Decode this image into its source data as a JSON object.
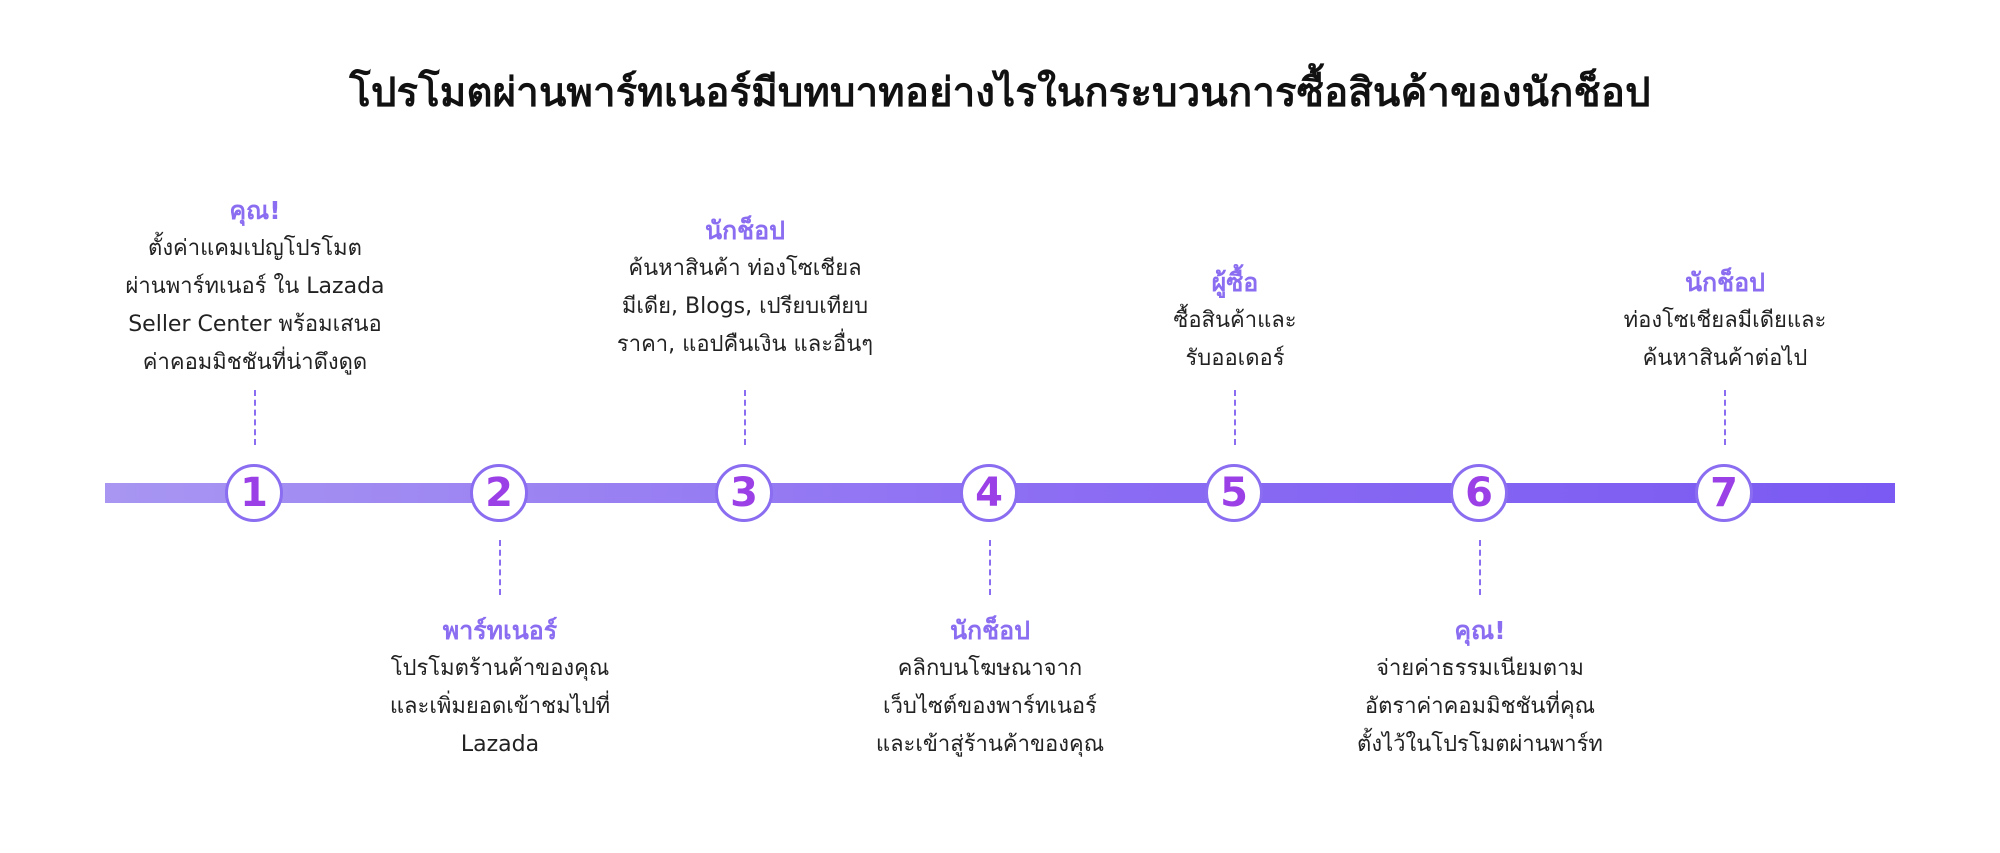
{
  "title": "โปรโมตผ่านพาร์ทเนอร์มีบทบาทอย่างไรในกระบวนการซื้อสินค้าของนักช็อป",
  "steps": [
    {
      "number": "1",
      "label": "คุณ!",
      "desc": [
        "ตั้งค่าแคมเปญโปรโมต",
        "ผ่านพาร์ทเนอร์ ใน Lazada",
        "Seller Center พร้อมเสนอ",
        "ค่าคอมมิชชันที่น่าดึงดูด"
      ]
    },
    {
      "number": "2",
      "label": "พาร์ทเนอร์",
      "desc": [
        "โปรโมตร้านค้าของคุณ",
        "และเพิ่มยอดเข้าชมไปที่",
        "Lazada"
      ]
    },
    {
      "number": "3",
      "label": "นักช็อป",
      "desc": [
        "ค้นหาสินค้า ท่องโซเชียล",
        "มีเดีย, Blogs, เปรียบเทียบ",
        "ราคา, แอปคืนเงิน และอื่นๆ"
      ]
    },
    {
      "number": "4",
      "label": "นักช็อป",
      "desc": [
        "คลิกบนโฆษณาจาก",
        "เว็บไซต์ของพาร์ทเนอร์",
        "และเข้าสู่ร้านค้าของคุณ"
      ]
    },
    {
      "number": "5",
      "label": "ผู้ซื้อ",
      "desc": [
        "ซื้อสินค้าและ",
        "รับออเดอร์"
      ]
    },
    {
      "number": "6",
      "label": "คุณ!",
      "desc": [
        "จ่ายค่าธรรมเนียมตาม",
        "อัตราค่าคอมมิชชันที่คุณ",
        "ตั้งไว้ในโปรโมตผ่านพาร์ท"
      ]
    },
    {
      "number": "7",
      "label": "นักช็อป",
      "desc": [
        "ท่องโซเชียลมีเดียและ",
        "ค้นหาสินค้าต่อไป"
      ]
    }
  ],
  "colors": {
    "accent": "#8a6df0",
    "number": "#9b3fe6",
    "track_start": "#a896f2",
    "track_end": "#7a5af2",
    "text": "#222222"
  }
}
